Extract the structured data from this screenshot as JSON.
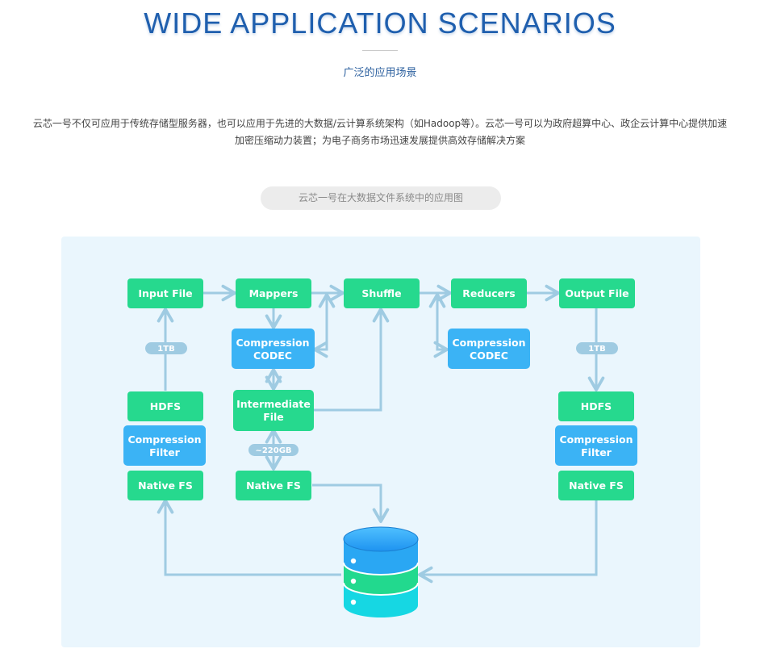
{
  "header": {
    "title": "WIDE APPLICATION SCENARIOS",
    "subtitle": "广泛的应用场景"
  },
  "description": {
    "line1": "云芯一号不仅可应用于传统存储型服务器，也可以应用于先进的大数据/云计算系统架构（如Hadoop等）。云芯一号可以为政府超算中心、政企云计算中心提供加速",
    "line2": "加密压缩动力装置；为电子商务市场迅速发展提供高效存储解决方案"
  },
  "diagram": {
    "caption": "云芯一号在大数据文件系统中的应用图",
    "colors": {
      "green": "#26d98e",
      "blue": "#3bb3f5",
      "arrow": "#9fcbe2",
      "tag": "#9fcbe2",
      "panel": "#eaf6fd"
    },
    "nodes": {
      "input_file": "Input File",
      "mappers": "Mappers",
      "shuffle": "Shuffle",
      "reducers": "Reducers",
      "output_file": "Output File",
      "compression_codec_1": [
        "Compression",
        "CODEC"
      ],
      "compression_codec_2": [
        "Compression",
        "CODEC"
      ],
      "intermediate_file": [
        "Intermediate",
        "File"
      ],
      "hdfs_left": "HDFS",
      "hdfs_right": "HDFS",
      "compression_filter_left": [
        "Compression",
        "Filter"
      ],
      "compression_filter_right": [
        "Compression",
        "Filter"
      ],
      "native_fs_left": "Native FS",
      "native_fs_mid": "Native FS",
      "native_fs_right": "Native FS"
    },
    "tags": {
      "left_size": "1TB",
      "right_size": "1TB",
      "mid_size": "~220GB"
    },
    "icons": {
      "storage": "database-icon"
    }
  }
}
